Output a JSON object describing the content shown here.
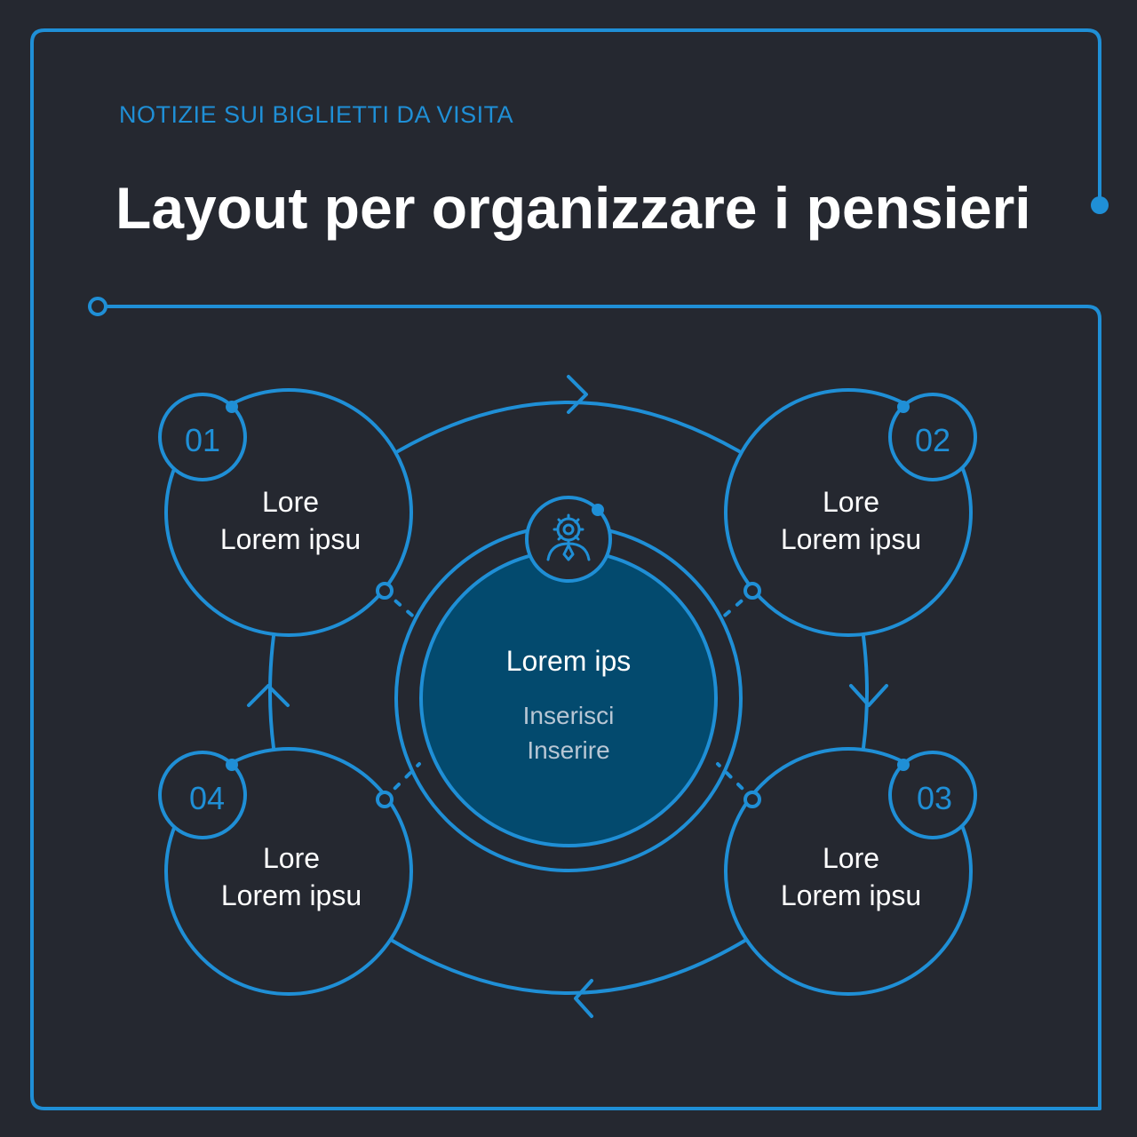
{
  "kicker": "NOTIZIE SUI BIGLIETTI DA VISITA",
  "title": "Layout per organizzare i pensieri",
  "colors": {
    "background": "#252830",
    "accent": "#1f8fd6",
    "center_fill": "#034a6e",
    "text": "#ffffff"
  },
  "center": {
    "title": "Lorem ips",
    "line1": "Inserisci",
    "line2": "Inserire",
    "icon": "person-gear-icon"
  },
  "nodes": [
    {
      "number": "01",
      "line1": "Lore",
      "line2": "Lorem ipsu"
    },
    {
      "number": "02",
      "line1": "Lore",
      "line2": "Lorem ipsu"
    },
    {
      "number": "03",
      "line1": "Lore",
      "line2": "Lorem ipsu"
    },
    {
      "number": "04",
      "line1": "Lore",
      "line2": "Lorem ipsu"
    }
  ]
}
